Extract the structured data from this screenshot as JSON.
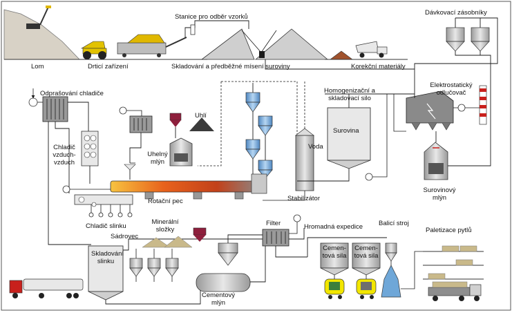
{
  "labels": {
    "lom": "Lom",
    "drtici": "Drticí zařízení",
    "stanice": "Stanice pro odběr vzorků",
    "skladovani": "Skladování a předběžné mísení suroviny",
    "korekcni": "Korekční materiály",
    "davkovaci": "Dávkovací zásobníky",
    "odprasovani": "Odprašování chladiče",
    "chladic_vzduch": "Chladič vzduch-vzduch",
    "uhli": "Uhlí",
    "uhelny_mlyn": "Uhelný mlýn",
    "homogenizacni": "Homogenizační a skladovací silo",
    "surovina": "Surovina",
    "voda": "Voda",
    "elektrostaticky": "Elektrostatický odlučovač",
    "rotacni_pec": "Rotační pec",
    "stabilizator": "Stabilizátor",
    "surovinovy_mlyn": "Surovinový mlýn",
    "chladic_slinku": "Chladič slinku",
    "mineralni": "Minerální složky",
    "sadrovec": "Sádrovec",
    "filter": "Filter",
    "hromadna": "Hromadná expedice",
    "balici": "Balicí stroj",
    "paletizace": "Paletizace pytlů",
    "skladovani_slinku": "Skladování slinku",
    "cementova_sila_1": "Cemen-tová sila",
    "cementova_sila_2": "Cemen-tová sila",
    "cementovy_mlyn": "Cementový mlýn"
  },
  "colors": {
    "line": "#1a1a1a",
    "equipment_fill": "#cfcfcf",
    "equipment_dark": "#6e6e6e",
    "silo_yellow": "#f2e600",
    "kiln_orange": "#e8621c",
    "coal": "#3b3b3b",
    "sand": "#c9b98a",
    "correction": "#a0522d",
    "truck_red": "#c8201c",
    "silo_blue": "#6fa7d8",
    "mill_green": "#3c7f3c"
  }
}
